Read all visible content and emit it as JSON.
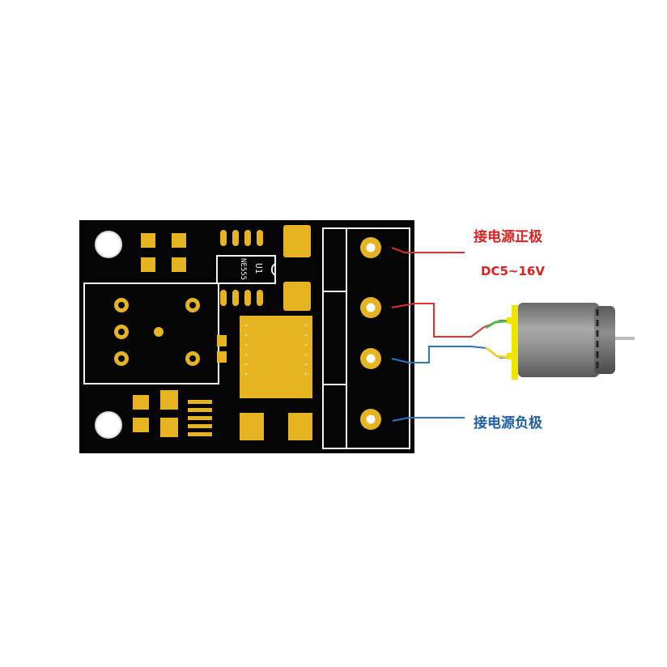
{
  "labels": {
    "positive": "接电源正极",
    "voltage": "DC5~16V",
    "negative": "接电源负极"
  },
  "silkscreen": {
    "u1_ref": "U1",
    "u1_part": "NE555"
  },
  "colors": {
    "board": "#050505",
    "silk": "#f2f2f2",
    "pad_gold": "#e6b420",
    "wire_red": "#e03030",
    "wire_blue": "#2a77c4",
    "motor_lead_green": "#4fb84a",
    "motor_lead_yellow": "#f2d03a",
    "motor_body": "#8a8a8a",
    "label_red": "#e02020",
    "label_blue": "#1f5fa8"
  }
}
